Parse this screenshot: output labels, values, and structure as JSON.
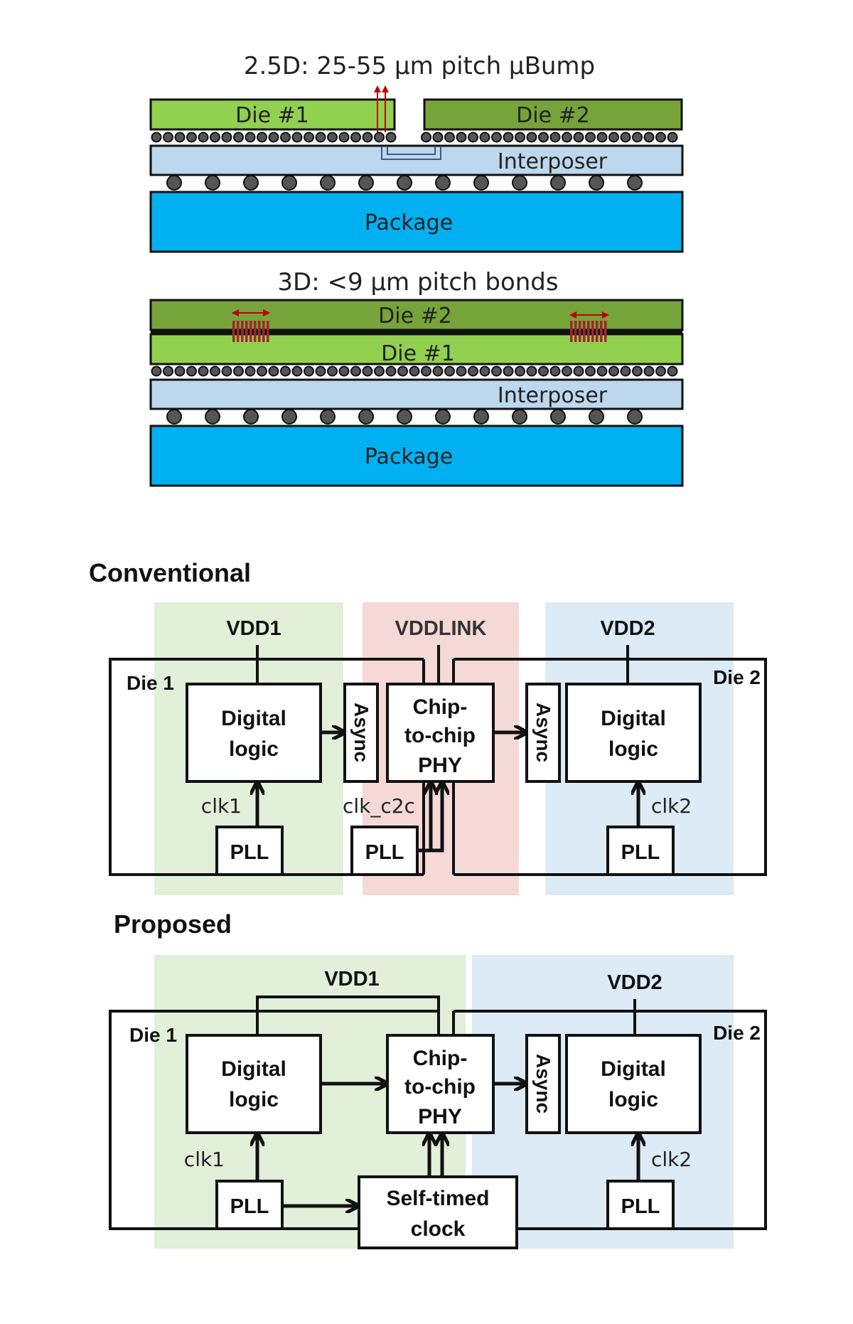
{
  "colors": {
    "die_light": "#92d050",
    "die_dark": "#76a33a",
    "interposer": "#bdd7ee",
    "package": "#00b0f0",
    "zone_green": "#e2efd9",
    "zone_red": "#f4d9d6",
    "zone_blue": "#dcebf6",
    "vddlink_text": "#333333",
    "accent_red": "#c00000"
  },
  "top": {
    "title": "2.5D: 25-55 µm pitch µBump",
    "die1": "Die #1",
    "die2": "Die #2",
    "interposer": "Interposer",
    "package": "Package"
  },
  "mid": {
    "title": "3D: <9 µm pitch bonds",
    "die2": "Die #2",
    "die1": "Die #1",
    "interposer": "Interposer",
    "package": "Package"
  },
  "conventional": {
    "heading": "Conventional",
    "vdd1": "VDD1",
    "vddlink": "VDDLINK",
    "vdd2": "VDD2",
    "die1": "Die 1",
    "die2": "Die 2",
    "digital_logic_1": [
      "Digital",
      "logic"
    ],
    "async_1": "Async",
    "phy": [
      "Chip-",
      "to-chip",
      "PHY"
    ],
    "async_2": "Async",
    "digital_logic_2": [
      "Digital",
      "logic"
    ],
    "clk1": "clk1",
    "clk_c2c": "clk_c2c",
    "clk2": "clk2",
    "pll_1": "PLL",
    "pll_2": "PLL",
    "pll_3": "PLL"
  },
  "proposed": {
    "heading": "Proposed",
    "vdd1": "VDD1",
    "vdd2": "VDD2",
    "die1": "Die 1",
    "die2": "Die 2",
    "digital_logic_1": [
      "Digital",
      "logic"
    ],
    "phy": [
      "Chip-",
      "to-chip",
      "PHY"
    ],
    "async": "Async",
    "digital_logic_2": [
      "Digital",
      "logic"
    ],
    "clk1": "clk1",
    "clk2": "clk2",
    "pll_1": "PLL",
    "pll_2": "PLL",
    "self_timed": [
      "Self-timed",
      "clock"
    ]
  }
}
